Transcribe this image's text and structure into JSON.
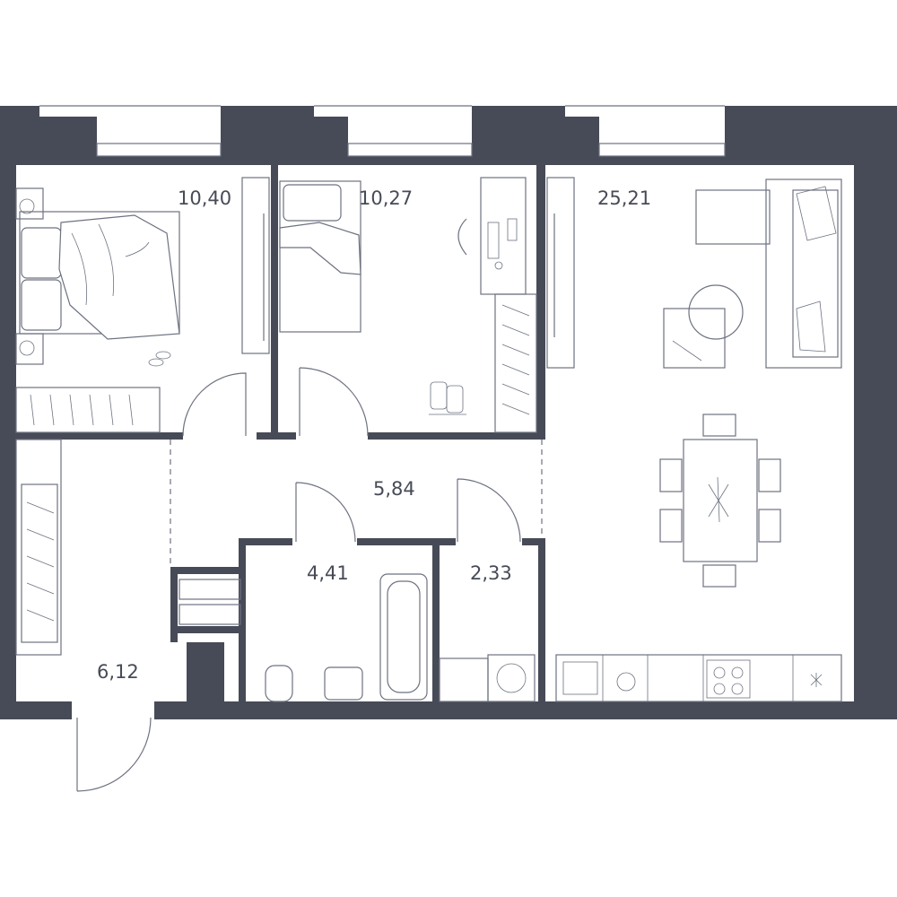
{
  "colors": {
    "wall": "#474b57",
    "line": "#6d7280",
    "text": "#474b57",
    "background": "#ffffff"
  },
  "rooms": [
    {
      "id": "bedroom",
      "area": "10,40"
    },
    {
      "id": "kids-room",
      "area": "10,27"
    },
    {
      "id": "living-kitchen",
      "area": "25,21"
    },
    {
      "id": "hallway",
      "area": "5,84"
    },
    {
      "id": "bathroom",
      "area": "4,41"
    },
    {
      "id": "wc",
      "area": "2,33"
    },
    {
      "id": "entrance",
      "area": "6,12"
    }
  ]
}
